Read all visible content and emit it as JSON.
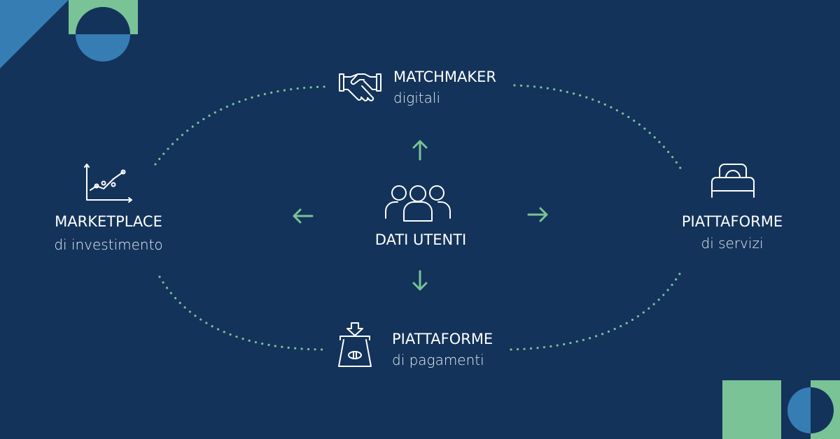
{
  "colors": {
    "background": "#13335a",
    "green": "#79c397",
    "blue": "#367db4",
    "white": "#ffffff"
  },
  "center": {
    "label": "DATI UTENTI",
    "icon": "users-group-icon"
  },
  "nodes": {
    "top": {
      "title": "MATCHMAKER",
      "subtitle": "digitali",
      "icon": "handshake-icon"
    },
    "left": {
      "title": "MARKETPLACE",
      "subtitle": "di investimento",
      "icon": "line-chart-icon"
    },
    "right": {
      "title": "PIATTAFORME",
      "subtitle": "di servizi",
      "icon": "bed-icon"
    },
    "bottom": {
      "title": "PIATTAFORME",
      "subtitle": "di pagamenti",
      "icon": "payment-terminal-icon"
    }
  }
}
